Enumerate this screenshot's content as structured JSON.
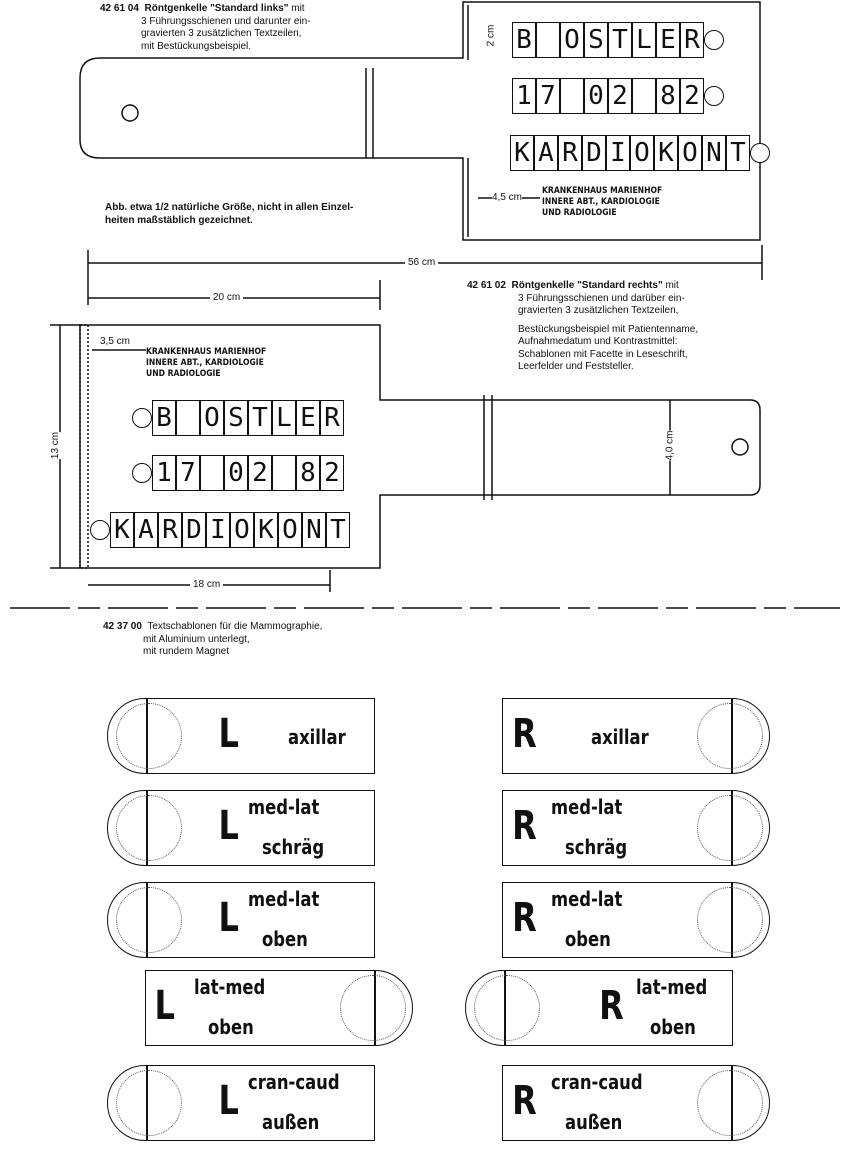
{
  "product_1": {
    "code": "42 61 04",
    "title": "Röntgenkelle \"Standard links\"",
    "title_suffix": " mit",
    "lines": [
      "3 Führungsschienen und darunter ein-",
      "gravierten 3 zusätzlichen Textzeilen,",
      "mit Bestückungsbeispiel."
    ]
  },
  "note": [
    "Abb. etwa 1/2 natürliche Größe, nicht in allen Einzel-",
    "heiten maßstäblich gezeichnet."
  ],
  "paddle_1": {
    "rows": [
      [
        "B",
        " ",
        "O",
        "S",
        "T",
        "L",
        "E",
        "R"
      ],
      [
        "1",
        "7",
        " ",
        "0",
        "2",
        " ",
        "8",
        "2"
      ],
      [
        "K",
        "A",
        "R",
        "D",
        "I",
        "O",
        "K",
        "O",
        "N",
        "T"
      ]
    ],
    "dim_height": "2 cm",
    "dim_offset": "4,5 cm",
    "engraving": [
      "KRANKENHAUS MARIENHOF",
      "INNERE ABT., KARDIOLOGIE",
      "UND RADIOLOGIE"
    ]
  },
  "dim_total": "56 cm",
  "dim_head": "20 cm",
  "product_2": {
    "code": "42 61 02",
    "title": "Röntgenkelle \"Standard rechts\"",
    "title_suffix": " mit",
    "lines": [
      "3 Führungsschienen und darüber ein-",
      "gravierten 3 zusätzlichen Textzeilen,"
    ],
    "lines2": [
      "Bestückungsbeispiel mit Patientenname,",
      "Aufnahmedatum und Kontrastmittel:",
      "Schablonen mit Facette in Leseschrift,",
      "Leerfelder und Feststeller."
    ]
  },
  "paddle_2": {
    "rows": [
      [
        "B",
        " ",
        "O",
        "S",
        "T",
        "L",
        "E",
        "R"
      ],
      [
        "1",
        "7",
        " ",
        "0",
        "2",
        " ",
        "8",
        "2"
      ],
      [
        "K",
        "A",
        "R",
        "D",
        "I",
        "O",
        "K",
        "O",
        "N",
        "T"
      ]
    ],
    "dim_offset": "3,5 cm",
    "dim_height": "13 cm",
    "dim_handle": "4,0 cm",
    "dim_width": "18 cm",
    "engraving": [
      "KRANKENHAUS MARIENHOF",
      "INNERE ABT., KARDIOLOGIE",
      "UND RADIOLOGIE"
    ]
  },
  "product_3": {
    "code": "42 37 00",
    "lines": [
      "Textschablonen für die Mammographie,",
      "mit Aluminium unterlegt,",
      "mit rundem Magnet"
    ]
  },
  "plates": [
    {
      "side": "L",
      "l1": "axillar",
      "l2": ""
    },
    {
      "side": "R",
      "l1": "axillar",
      "l2": ""
    },
    {
      "side": "L",
      "l1": "med-lat",
      "l2": "schräg"
    },
    {
      "side": "R",
      "l1": "med-lat",
      "l2": "schräg"
    },
    {
      "side": "L",
      "l1": "med-lat",
      "l2": "oben"
    },
    {
      "side": "R",
      "l1": "med-lat",
      "l2": "oben"
    },
    {
      "side": "L",
      "l1": "lat-med",
      "l2": "oben"
    },
    {
      "side": "R",
      "l1": "lat-med",
      "l2": "oben"
    },
    {
      "side": "L",
      "l1": "cran-caud",
      "l2": "außen"
    },
    {
      "side": "R",
      "l1": "cran-caud",
      "l2": "außen"
    }
  ]
}
